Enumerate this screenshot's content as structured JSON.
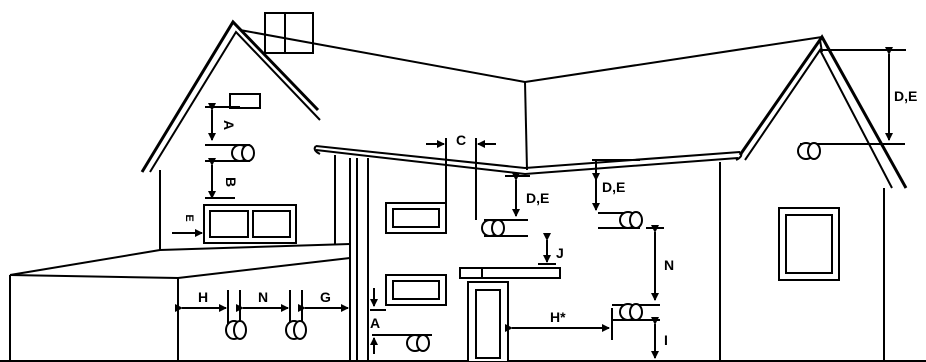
{
  "labels": {
    "a_top": "A",
    "b": "B",
    "e_small": "E",
    "c": "C",
    "de_mid": "D,E",
    "de_right": "D,E",
    "de_far": "D,E",
    "j": "J",
    "n_right": "N",
    "h_star": "H*",
    "i": "I",
    "h_garage": "H",
    "n_garage": "N",
    "g": "G",
    "a_bottom": "A"
  }
}
